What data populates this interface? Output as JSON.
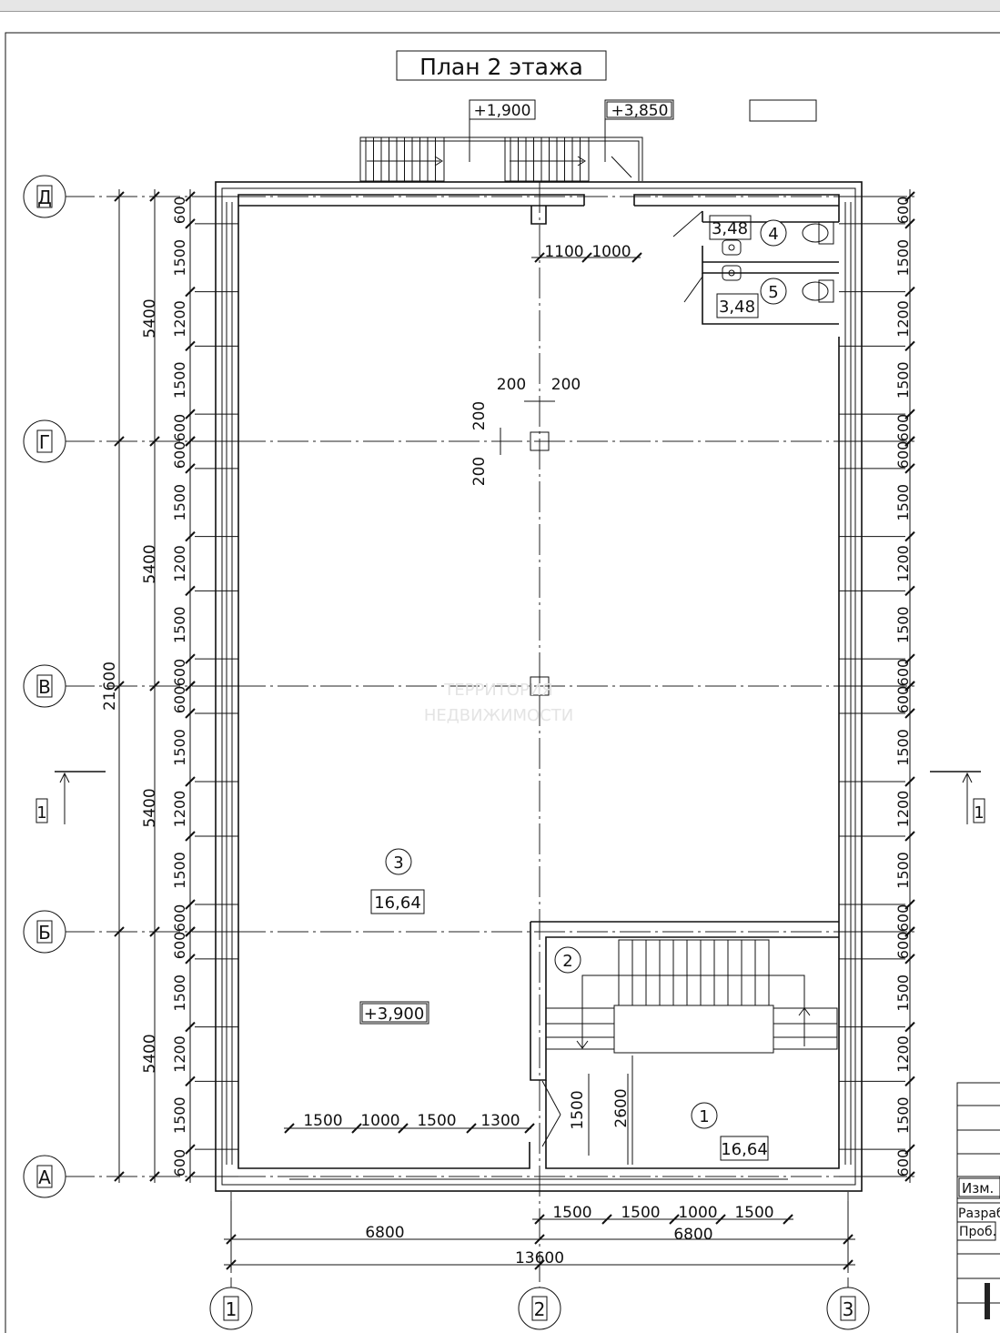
{
  "title": "План 2 этажа",
  "levels": {
    "top_stair_1": "+1,900",
    "top_stair_2": "+3,850",
    "floor": "+3,900",
    "blank_box": ""
  },
  "axes_rows": [
    "Д",
    "Г",
    "В",
    "Б",
    "А"
  ],
  "axes_cols": [
    "1",
    "2",
    "3"
  ],
  "section_mark": "1",
  "rooms": [
    {
      "num": "1",
      "area": "16,64"
    },
    {
      "num": "2",
      "area": ""
    },
    {
      "num": "3",
      "area": "16,64"
    },
    {
      "num": "4",
      "area": "3,48"
    },
    {
      "num": "5",
      "area": "3,48"
    }
  ],
  "dims": {
    "total_height": "21600",
    "bay_height": "5400",
    "left_chain": [
      "600",
      "1500",
      "1200",
      "1500",
      "600"
    ],
    "right_chain": [
      "600",
      "1500",
      "1200",
      "1500",
      "600"
    ],
    "bottom_total": "13600",
    "bottom_bays": [
      "6800",
      "6800"
    ],
    "bottom_windows_right": [
      "1500",
      "1500",
      "1000",
      "1500"
    ],
    "inner_windows_left": [
      "1500",
      "1000",
      "1500",
      "1300"
    ],
    "top_door": [
      "1100",
      "1000"
    ],
    "column": [
      "200",
      "200",
      "200",
      "200"
    ],
    "stair_dims": [
      "1500",
      "2600"
    ]
  },
  "title_block": [
    "Изм.",
    "Разраб",
    "Проб."
  ],
  "watermark": [
    "ТЕРРИТОРИЯ",
    "НЕДВИЖИМОСТИ"
  ]
}
